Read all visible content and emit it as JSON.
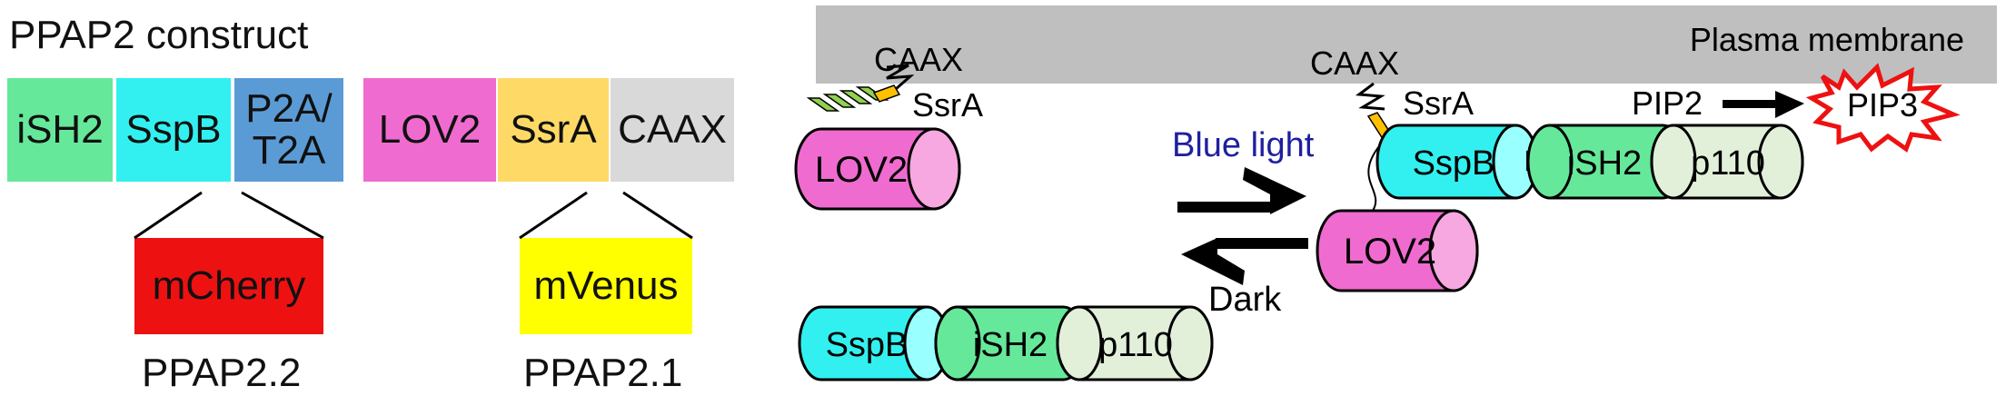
{
  "construct": {
    "title": "PPAP2 construct",
    "segments": [
      {
        "label": "iSH2",
        "color": "#66e89a"
      },
      {
        "label": "SspB",
        "color": "#33f0f0"
      },
      {
        "label": "P2A/\nT2A",
        "color": "#5b9bd5"
      },
      {
        "label": "LOV2",
        "color": "#f06bd0"
      },
      {
        "label": "SsrA",
        "color": "#ffd966"
      },
      {
        "label": "CAAX",
        "color": "#d9d9d9"
      }
    ],
    "tags": [
      {
        "label": "mCherry",
        "color": "#ee1111",
        "variant": "PPAP2.2"
      },
      {
        "label": "mVenus",
        "color": "#ffff00",
        "variant": "PPAP2.1"
      }
    ]
  },
  "scheme": {
    "membrane_label": "Plasma membrane",
    "caax_label": "CAAX",
    "ssra_label": "SsrA",
    "lov2_label": "LOV2",
    "sspb_label": "SspB",
    "ish2_label": "iSH2",
    "p110_label": "p110",
    "blue_light_label": "Blue light",
    "dark_label": "Dark",
    "pip2_label": "PIP2",
    "pip3_label": "PIP3",
    "colors": {
      "membrane": "#bfbfbf",
      "lov2": "#f06bd0",
      "sspb": "#33f0f0",
      "ish2": "#66e89a",
      "p110": "#e2f0d9",
      "blue_light": "#1f1fa0",
      "pip3_burst": "#ee1111"
    }
  }
}
